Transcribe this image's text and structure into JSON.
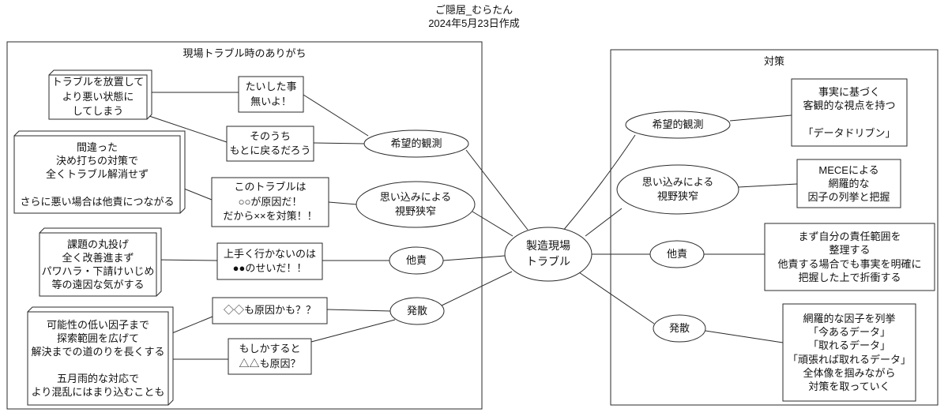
{
  "header": {
    "project": "ご隠居_むらたん",
    "date": "2024年5月23日作成"
  },
  "left_panel": {
    "title": "現場トラブル時のありがち",
    "cause_boxes": [
      {
        "text": "トラブルを放置して\nより悪い状態に\nしてしまう"
      },
      {
        "text": "間違った\n決め打ちの対策で\n全くトラブル解消せず\n\nさらに悪い場合は他責につながる"
      },
      {
        "text": "課題の丸投げ\n全く改善進まず\nパワハラ・下請けいじめ\n等の遠因な気がする"
      },
      {
        "text": "可能性の低い因子まで\n探索範囲を広げて\n解決までの道のりを長くする\n\n五月雨的な対応で\nより混乱にはまり込むことも"
      }
    ],
    "thought_boxes": [
      {
        "text": "たいした事\n無いよ！"
      },
      {
        "text": "そのうち\nもとに戻るだろう"
      },
      {
        "text": "このトラブルは\n○○が原因だ！\nだから××を対策！！"
      },
      {
        "text": "上手く行かないのは\n●●のせいだ！！"
      },
      {
        "text": "◇◇も原因かも？？"
      },
      {
        "text": "もしかすると\n△△も原因？"
      }
    ],
    "categories": [
      {
        "label": "希望的観測"
      },
      {
        "label": "思い込みによる\n視野狭窄"
      },
      {
        "label": "他責"
      },
      {
        "label": "発散"
      }
    ]
  },
  "center_node": {
    "label": "製造現場\nトラブル"
  },
  "right_panel": {
    "title": "対策",
    "categories": [
      {
        "label": "希望的観測"
      },
      {
        "label": "思い込みによる\n視野狭窄"
      },
      {
        "label": "他責"
      },
      {
        "label": "発散"
      }
    ],
    "solution_boxes": [
      {
        "text": "事実に基づく\n客観的な視点を持つ\n\n「データドリブン」"
      },
      {
        "text": "MECEによる\n網羅的な\n因子の列挙と把握"
      },
      {
        "text": "まず自分の責任範囲を\n整理する\n他責する場合でも事実を明確に\n把握した上で折衝する"
      },
      {
        "text": "網羅的な因子を列挙\n「今あるデータ」\n「取れるデータ」\n「頑張れば取れるデータ」\n全体像を掴みながら\n対策を取っていく"
      }
    ]
  },
  "colors": {
    "stroke": "#2a2a2a",
    "background": "#ffffff",
    "text": "#111111"
  }
}
